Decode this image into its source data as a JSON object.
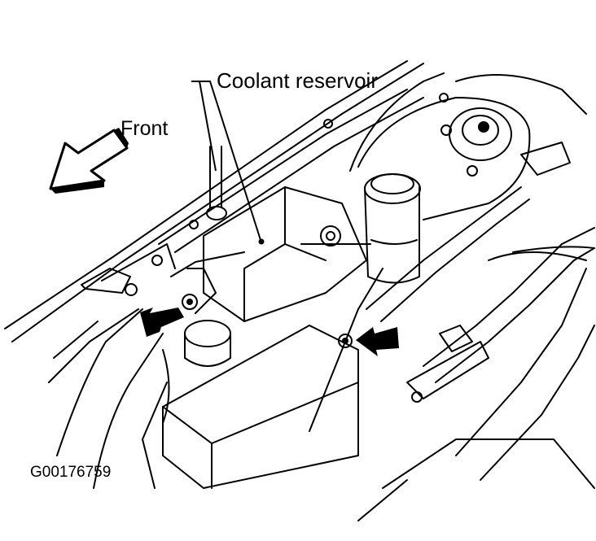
{
  "labels": {
    "callout": "Coolant reservoir",
    "direction": "Front",
    "figure_id": "G00176759"
  },
  "colors": {
    "ink": "#000000",
    "paper": "#ffffff"
  }
}
